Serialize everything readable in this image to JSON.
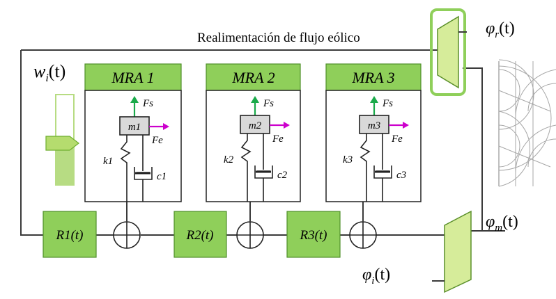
{
  "feedback_label": "Realimentación de flujo eólico",
  "wind_input_label": "w",
  "wind_input_sub": "i",
  "wind_input_arg": "(t)",
  "phi_r_symbol": "φ",
  "phi_r_sub": "r",
  "phi_r_arg": "(t)",
  "phi_m_symbol": "φ",
  "phi_m_sub": "m",
  "phi_m_arg": "(t)",
  "phi_i_symbol": "φ",
  "phi_i_sub": "i",
  "phi_i_arg": "(t)",
  "modules": [
    {
      "title": "MRA 1",
      "mass": "m1",
      "spring": "k1",
      "damper": "c1",
      "fs": "Fs",
      "fe": "Fe"
    },
    {
      "title": "MRA 2",
      "mass": "m2",
      "spring": "k2",
      "damper": "c2",
      "fs": "Fs",
      "fe": "Fe"
    },
    {
      "title": "MRA 3",
      "mass": "m3",
      "spring": "k3",
      "damper": "c3",
      "fs": "Fs",
      "fe": "Fe"
    }
  ],
  "regulators": [
    "R1(t)",
    "R2(t)",
    "R3(t)"
  ],
  "colors": {
    "green_fill": "#8fcf5a",
    "trapezoid_fill": "#d6ec9a",
    "fs_arrow": "#1aaa4a",
    "fe_arrow": "#cc00cc",
    "line": "#3a3a3a"
  }
}
